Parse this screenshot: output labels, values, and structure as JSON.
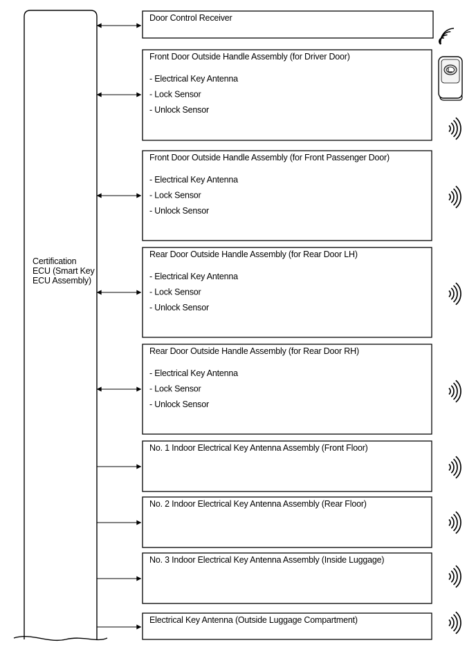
{
  "ecu": {
    "lines": [
      "Certification",
      "ECU (Smart Key",
      "ECU Assembly)"
    ]
  },
  "components": [
    {
      "title": "Door Control Receiver",
      "items": [],
      "connection": "bidirectional"
    },
    {
      "title": "Front Door Outside Handle Assembly (for Driver Door)",
      "items": [
        "- Electrical Key Antenna",
        "- Lock Sensor",
        "- Unlock Sensor"
      ],
      "connection": "bidirectional"
    },
    {
      "title": "Front Door Outside Handle Assembly (for Front Passenger Door)",
      "items": [
        "- Electrical Key Antenna",
        "- Lock Sensor",
        "- Unlock Sensor"
      ],
      "connection": "bidirectional"
    },
    {
      "title": "Rear Door Outside Handle Assembly (for Rear Door LH)",
      "items": [
        "- Electrical Key Antenna",
        "- Lock Sensor",
        "- Unlock Sensor"
      ],
      "connection": "bidirectional"
    },
    {
      "title": "Rear Door Outside Handle Assembly (for Rear Door RH)",
      "items": [
        "- Electrical Key Antenna",
        "- Lock Sensor",
        "- Unlock Sensor"
      ],
      "connection": "bidirectional"
    },
    {
      "title": "No. 1 Indoor Electrical Key Antenna Assembly (Front Floor)",
      "items": [],
      "connection": "output"
    },
    {
      "title": "No. 2 Indoor Electrical Key Antenna Assembly (Rear Floor)",
      "items": [],
      "connection": "output"
    },
    {
      "title": "No. 3 Indoor Electrical Key Antenna Assembly (Inside Luggage)",
      "items": [],
      "connection": "output"
    },
    {
      "title": "Electrical Key Antenna (Outside Luggage Compartment)",
      "items": [],
      "connection": "output"
    }
  ],
  "icons": {
    "wave": "radio-wave-icon",
    "key_fob": "key-fob-icon"
  }
}
